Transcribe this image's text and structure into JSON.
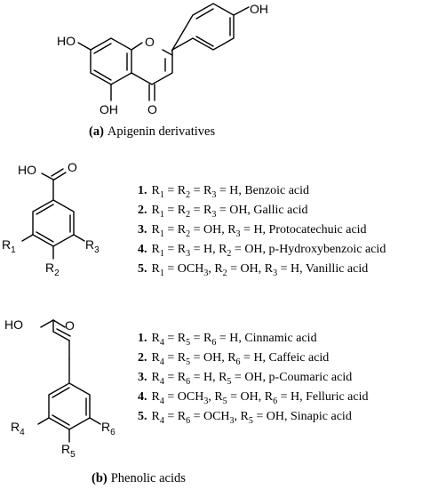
{
  "apigenin": {
    "substituents": {
      "oh_top_right": "OH",
      "ho_left": "HO",
      "oh_bottom": "OH",
      "ring_o": "O",
      "carbonyl_o": "O"
    },
    "caption": {
      "label": "(a)",
      "text": "Apigenin derivatives"
    }
  },
  "benzoic": {
    "substituents": {
      "ho": "HO",
      "carbonyl_o": "O",
      "r1": "R",
      "r1_sub": "1",
      "r2": "R",
      "r2_sub": "2",
      "r3": "R",
      "r3_sub": "3"
    },
    "entries": [
      {
        "num": "1.",
        "parts": [
          "R",
          "1",
          " = R",
          "2",
          " = R",
          "3",
          " = H, Benzoic acid"
        ]
      },
      {
        "num": "2.",
        "parts": [
          "R",
          "1",
          " = R",
          "2",
          " = R",
          "3",
          " = OH, Gallic acid"
        ]
      },
      {
        "num": "3.",
        "parts": [
          "R",
          "1",
          " = R",
          "2",
          " = OH, R",
          "3",
          " = H, Protocatechuic acid"
        ]
      },
      {
        "num": "4.",
        "parts": [
          "R",
          "1",
          " = R",
          "3",
          " = H, R",
          "2",
          " = OH, p-Hydroxybenzoic acid"
        ]
      },
      {
        "num": "5.",
        "parts": [
          "R",
          "1",
          " = OCH",
          "3",
          ", R",
          "2",
          " = OH, R",
          "3",
          " = H, Vanillic acid"
        ]
      }
    ]
  },
  "cinnamic": {
    "substituents": {
      "ho": "HO",
      "carbonyl_o": "O",
      "r4": "R",
      "r4_sub": "4",
      "r5": "R",
      "r5_sub": "5",
      "r6": "R",
      "r6_sub": "6"
    },
    "entries": [
      {
        "num": "1.",
        "parts": [
          "R",
          "4",
          " = R",
          "5",
          " = R",
          "6",
          " = H, Cinnamic acid"
        ]
      },
      {
        "num": "2.",
        "parts": [
          "R",
          "4",
          " = R",
          "5",
          " = OH, R",
          "6",
          " = H, Caffeic acid"
        ]
      },
      {
        "num": "3.",
        "parts": [
          "R",
          "4",
          " = R",
          "6",
          " = H, R",
          "5",
          " = OH, p-Coumaric acid"
        ]
      },
      {
        "num": "4.",
        "parts": [
          "R",
          "4",
          " = OCH",
          "3",
          ", R",
          "5",
          " = OH, R",
          "6",
          " = H, Felluric acid"
        ]
      },
      {
        "num": "5.",
        "parts": [
          "R",
          "4",
          " = R",
          "6",
          " = OCH",
          "3",
          ", R",
          "5",
          " = OH, Sinapic acid"
        ]
      }
    ],
    "caption": {
      "label": "(b)",
      "text": "Phenolic acids"
    }
  }
}
